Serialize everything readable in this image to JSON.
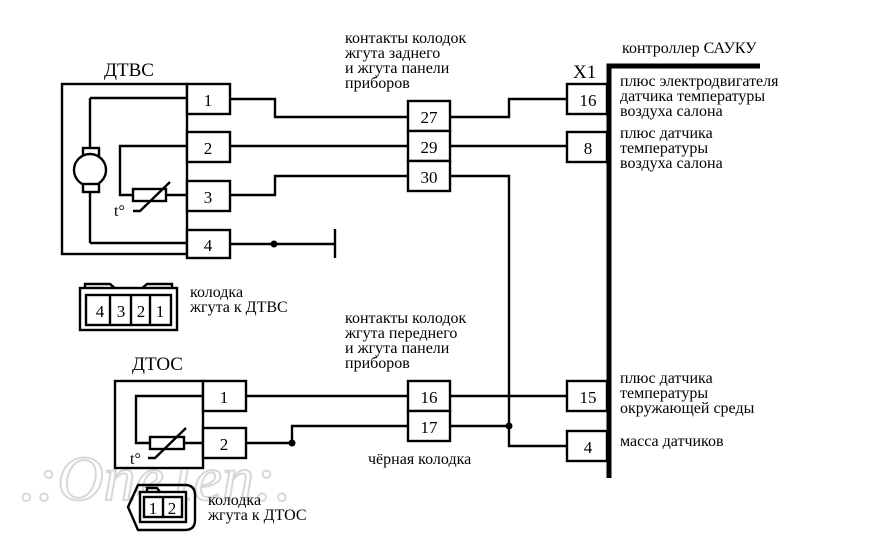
{
  "diagram": {
    "colors": {
      "line": "#000000",
      "background": "#ffffff",
      "watermark": "#d8d8d8"
    },
    "dtvs": {
      "title": "ДТВС",
      "pins": [
        "1",
        "2",
        "3",
        "4"
      ],
      "thermistor_label": "t°",
      "connector_pins": [
        "4",
        "3",
        "2",
        "1"
      ],
      "connector_label_line1": "колодка",
      "connector_label_line2": "жгута к ДТВС"
    },
    "rear_harness": {
      "caption_lines": [
        "контакты колодок",
        "жгута  заднего",
        "и жгута панели",
        "приборов"
      ],
      "pins": [
        "27",
        "29",
        "30"
      ]
    },
    "dtos": {
      "title": "ДТОС",
      "pins": [
        "1",
        "2"
      ],
      "thermistor_label": "t°",
      "connector_pins": [
        "1",
        "2"
      ],
      "connector_label_line1": "колодка",
      "connector_label_line2": "жгута к ДТОС"
    },
    "front_harness": {
      "caption_lines": [
        "контакты колодок",
        "жгута переднего",
        "и жгута панели",
        "приборов"
      ],
      "pins": [
        "16",
        "17"
      ],
      "bottom_label": "чёрная колодка"
    },
    "controller": {
      "title": "контроллер САУКУ",
      "connector": "X1",
      "pins": [
        {
          "number": "16",
          "desc": [
            "плюс электродвигателя",
            "датчика температуры",
            "воздуха салона"
          ]
        },
        {
          "number": "8",
          "desc": [
            "плюс датчика",
            "температуры",
            "воздуха салона"
          ]
        },
        {
          "number": "15",
          "desc": [
            "плюс датчика",
            "температуры",
            "окружающей среды"
          ]
        },
        {
          "number": "4",
          "desc": [
            "масса датчиков"
          ]
        }
      ]
    },
    "watermark": ".:OneTen:."
  }
}
